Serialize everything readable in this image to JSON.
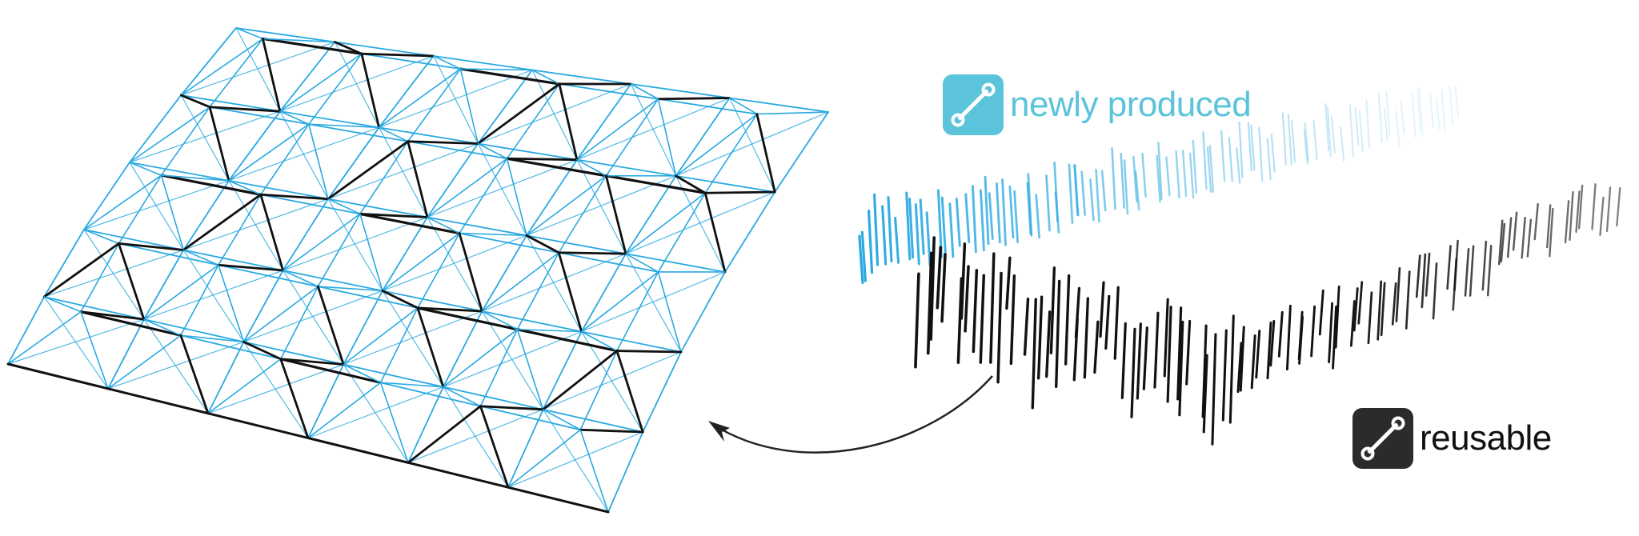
{
  "diagram": {
    "title": "",
    "colors": {
      "new_member": "#29a9e1",
      "reused_member": "#111111",
      "legend_new": "#5bc4da",
      "legend_reuse": "#2b2b2b",
      "background": "#ffffff"
    },
    "legend": [
      {
        "id": "new",
        "label": "newly produced",
        "icon": "strut-member-icon",
        "color": "#5bc4da"
      },
      {
        "id": "reuse",
        "label": "reusable",
        "icon": "strut-member-icon",
        "color": "#2b2b2b"
      }
    ],
    "truss": {
      "description": "Space-frame truss surface composed of newly produced (blue) and reusable (black) members",
      "grid_rows": 5,
      "grid_cols": 6
    },
    "arrow": {
      "description": "Curved arrow pointing from the reusable member stock to the truss",
      "from": [
        1240,
        470
      ],
      "to": [
        885,
        528
      ]
    },
    "member_stock": {
      "new_rows_description": "Row of newly produced blue struts, fading into the distance",
      "reuse_rows_description": "Row of reusable black struts of varying lengths, fading into the distance"
    }
  }
}
